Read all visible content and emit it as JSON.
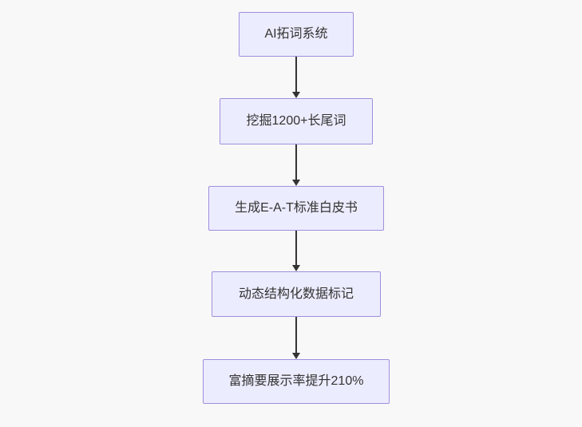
{
  "flowchart": {
    "type": "flowchart",
    "direction": "top-down",
    "style": {
      "canvas_bg": "#f8f8f8",
      "node_fill": "#ececff",
      "node_border": "#9f8fdc",
      "text_color": "#333333",
      "arrow_color": "#333333"
    },
    "nodes": [
      {
        "label": "AI拓词系统"
      },
      {
        "label": "挖掘1200+长尾词"
      },
      {
        "label": "生成E-A-T标准白皮书"
      },
      {
        "label": "动态结构化数据标记"
      },
      {
        "label": "富摘要展示率提升210%"
      }
    ],
    "edges": [
      {
        "from": 0,
        "to": 1
      },
      {
        "from": 1,
        "to": 2
      },
      {
        "from": 2,
        "to": 3
      },
      {
        "from": 3,
        "to": 4
      }
    ]
  }
}
